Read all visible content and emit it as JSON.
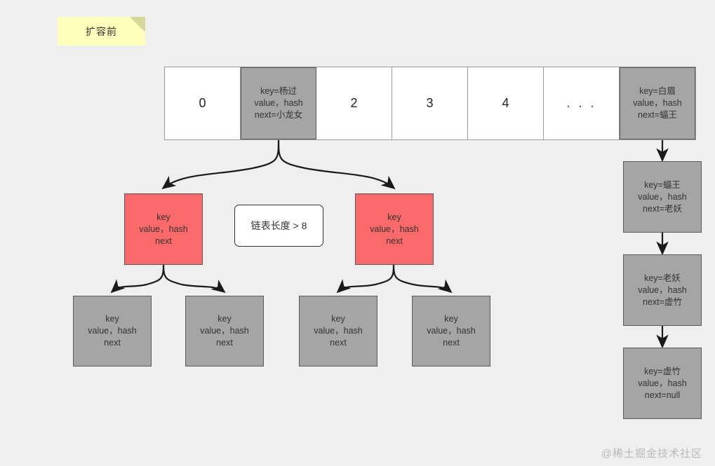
{
  "note": {
    "label": "扩容前"
  },
  "array": {
    "cells": [
      {
        "type": "index",
        "label": "0"
      },
      {
        "type": "entry",
        "lines": [
          "key=杨过",
          "value，hash",
          "next=小龙女"
        ]
      },
      {
        "type": "index",
        "label": "2"
      },
      {
        "type": "index",
        "label": "3"
      },
      {
        "type": "index",
        "label": "4"
      },
      {
        "type": "ellipsis",
        "label": ". . ."
      },
      {
        "type": "entry",
        "lines": [
          "key=白眉",
          "value，hash",
          "next=蝠王"
        ]
      }
    ]
  },
  "tree": {
    "red_nodes": [
      {
        "lines": [
          "key",
          "value，hash",
          "next"
        ]
      },
      {
        "lines": [
          "key",
          "value，hash",
          "next"
        ]
      }
    ],
    "leaf_nodes": [
      {
        "lines": [
          "key",
          "value，hash",
          "next"
        ]
      },
      {
        "lines": [
          "key",
          "value，hash",
          "next"
        ]
      },
      {
        "lines": [
          "key",
          "value，hash",
          "next"
        ]
      },
      {
        "lines": [
          "key",
          "value，hash",
          "next"
        ]
      }
    ]
  },
  "callout": {
    "label": "链表长度 > 8"
  },
  "chain": {
    "nodes": [
      {
        "lines": [
          "key=蝠王",
          "value，hash",
          "next=老妖"
        ]
      },
      {
        "lines": [
          "key=老妖",
          "value，hash",
          "next=虚竹"
        ]
      },
      {
        "lines": [
          "key=虚竹",
          "value，hash",
          "next=null"
        ]
      }
    ]
  },
  "watermark": {
    "label": "@稀土掘金技术社区"
  },
  "colors": {
    "background": "#efefef",
    "note_fill": "#ffffbb",
    "note_fold": "#d7d79a",
    "bucket_empty": "#ffffff",
    "bucket_filled": "#a5a5a5",
    "node_red": "#fb6a6a",
    "node_gray": "#a5a5a5",
    "border": "#5a5a5a",
    "edge": "#1a1a1a",
    "text": "#333333",
    "watermark": "#b9b9b9"
  }
}
